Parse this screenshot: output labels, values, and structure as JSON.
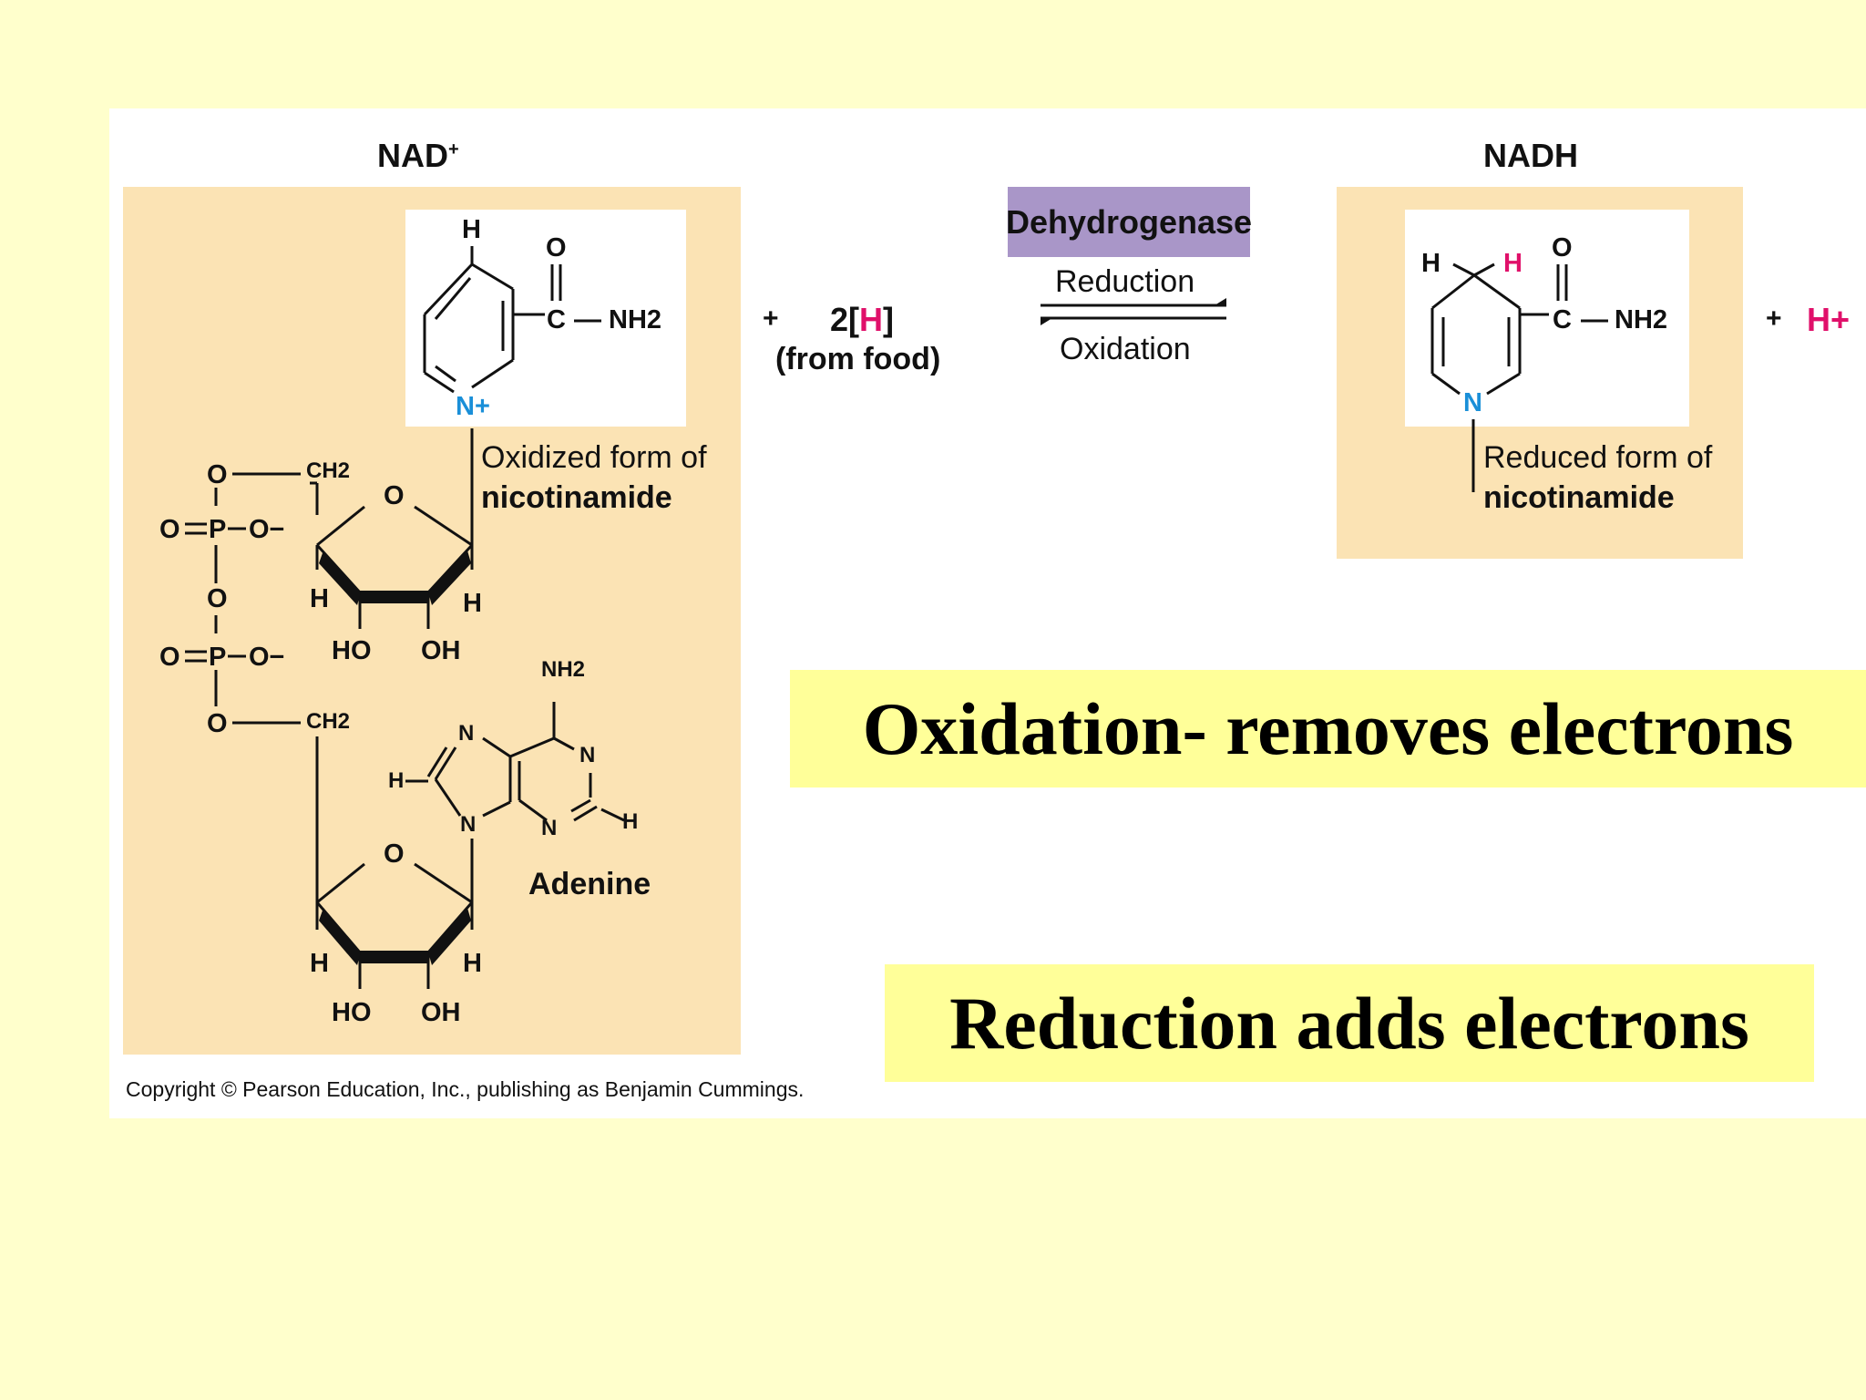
{
  "nad": {
    "title": "NAD",
    "title_sup": "+",
    "caption_line1": "Oxidized form of",
    "caption_line2": "nicotinamide",
    "adenine_label": "Adenine"
  },
  "nadh": {
    "title": "NADH",
    "caption_line1": "Reduced form of",
    "caption_line2": "nicotinamide"
  },
  "reaction": {
    "plus_left": "+",
    "h2": "2[H]",
    "from_food": "(from food)",
    "enzyme": "Dehydrogenase",
    "reduction": "Reduction",
    "oxidation": "Oxidation",
    "plus_right": "+",
    "h_plus": "H+"
  },
  "atoms": {
    "H": "H",
    "O": "O",
    "C": "C",
    "NH2": "NH2",
    "N": "N",
    "N_plus": "N+",
    "CH2": "CH2",
    "P": "P",
    "O_minus": "O−",
    "HO": "HO",
    "OH": "OH"
  },
  "copyright": "Copyright © Pearson Education, Inc., publishing as Benjamin Cummings.",
  "callouts": {
    "oxidation": "Oxidation- removes electrons",
    "reduction": "Reduction adds electrons"
  },
  "colors": {
    "background": "#ffffcc",
    "panel": "#fbe3b4",
    "enzyme_box": "#a996c8",
    "callout": "#ffff99",
    "pink": "#e0106a",
    "blue": "#1a8fd8"
  }
}
